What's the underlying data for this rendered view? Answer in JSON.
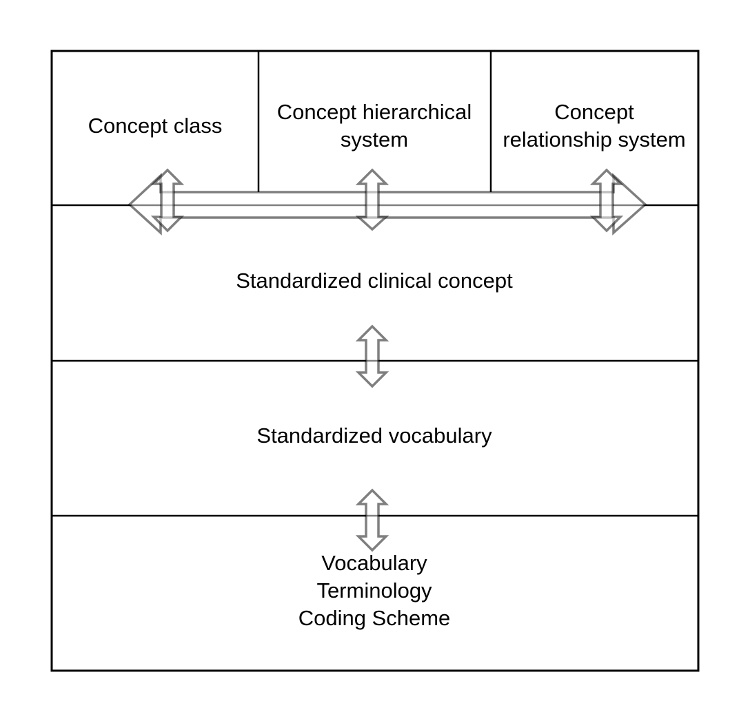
{
  "diagram": {
    "top_boxes": [
      {
        "lines": [
          "Concept class"
        ]
      },
      {
        "lines": [
          "Concept hierarchical",
          "system"
        ]
      },
      {
        "lines": [
          "Concept",
          "relationship system"
        ]
      }
    ],
    "layers": [
      {
        "label": "Standardized clinical concept"
      },
      {
        "label": "Standardized vocabulary"
      },
      {
        "lines": [
          "Vocabulary",
          "Terminology",
          "Coding Scheme"
        ]
      }
    ],
    "arrows": [
      {
        "type": "horizontal-double",
        "connects": [
          "Concept class",
          "Concept relationship system"
        ]
      },
      {
        "type": "vertical-double",
        "connects": [
          "Concept class",
          "Standardized clinical concept"
        ]
      },
      {
        "type": "vertical-double",
        "connects": [
          "Concept hierarchical system",
          "Standardized clinical concept"
        ]
      },
      {
        "type": "vertical-double",
        "connects": [
          "Concept relationship system",
          "Standardized clinical concept"
        ]
      },
      {
        "type": "vertical-double",
        "connects": [
          "Standardized clinical concept",
          "Standardized vocabulary"
        ]
      },
      {
        "type": "vertical-double",
        "connects": [
          "Standardized vocabulary",
          "Vocabulary / Terminology / Coding Scheme"
        ]
      }
    ],
    "colors": {
      "line": "#000000",
      "arrow_stroke": "#808080",
      "background": "#ffffff"
    }
  }
}
